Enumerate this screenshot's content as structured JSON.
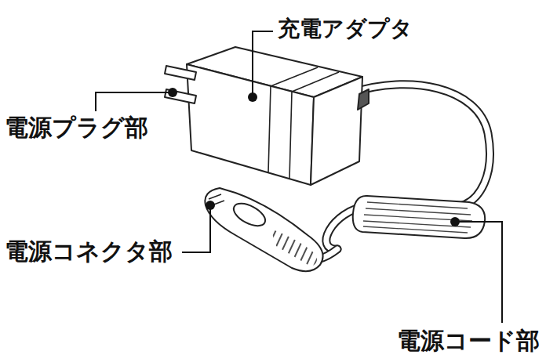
{
  "diagram": {
    "labels": [
      "充電アダプタ",
      "電源プラグ部",
      "電源コネクタ部",
      "電源コード部"
    ]
  }
}
